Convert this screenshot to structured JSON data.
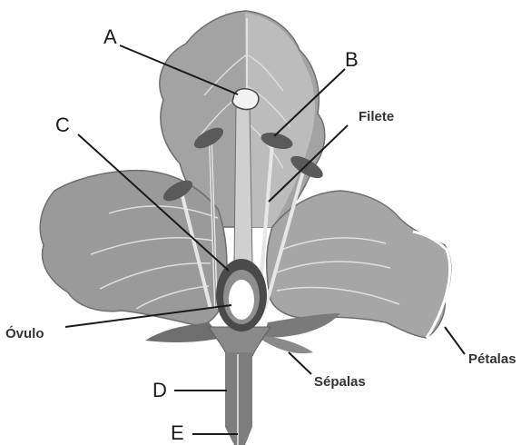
{
  "labels": {
    "a": "A",
    "b": "B",
    "c": "C",
    "d": "D",
    "e": "E",
    "filete": "Filete",
    "ovulo": "Óvulo",
    "sepalas": "Sépalas",
    "petalas": "Pétalas"
  },
  "colors": {
    "petal": "#9c9c9c",
    "petal_light": "#bdbdbd",
    "petal_dark": "#6e6e6e",
    "vein": "#e4e4e4",
    "stamen_head": "#5a5a5a",
    "ovary": "#4a4a4a",
    "stem": "#7d7d7d",
    "line": "#1a1a1a"
  }
}
